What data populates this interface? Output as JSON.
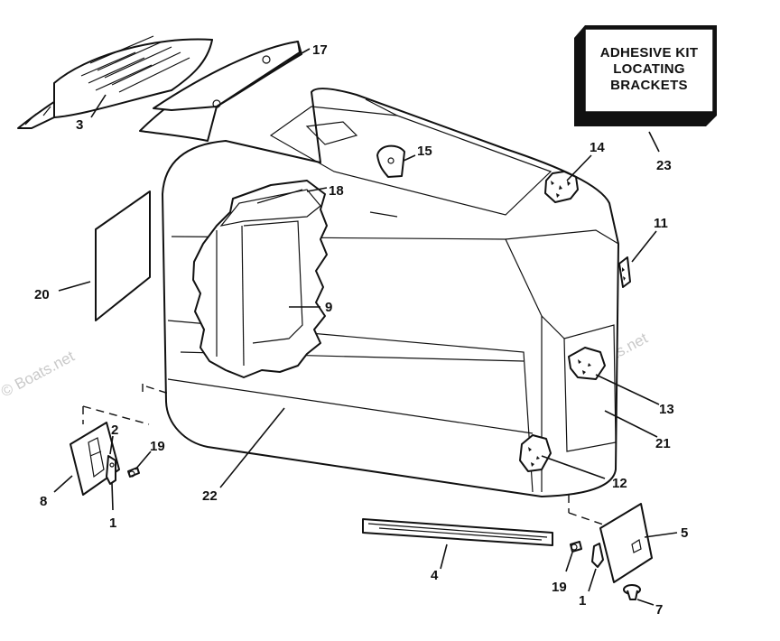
{
  "watermark": "© Boats.net",
  "kit_box": {
    "lines": [
      "ADHESIVE KIT",
      "LOCATING",
      "BRACKETS"
    ]
  },
  "callouts": {
    "c1a": "1",
    "c1b": "1",
    "c2": "2",
    "c3": "3",
    "c4": "4",
    "c5": "5",
    "c7": "7",
    "c8": "8",
    "c9": "9",
    "c11": "11",
    "c12": "12",
    "c13": "13",
    "c14": "14",
    "c15": "15",
    "c17": "17",
    "c18": "18",
    "c19a": "19",
    "c19b": "19",
    "c20": "20",
    "c21": "21",
    "c22": "22",
    "c23": "23"
  }
}
